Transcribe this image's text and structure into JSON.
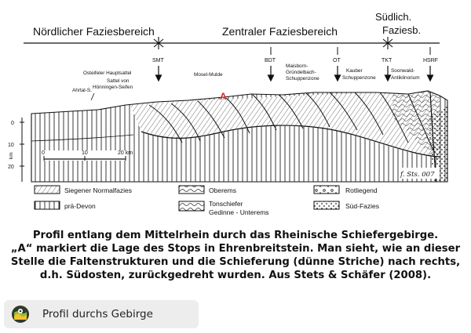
{
  "figure": {
    "zones": {
      "north": "Nördlicher Faziesbereich",
      "central": "Zentraler Faziesbereich",
      "south_line1": "Südlich.",
      "south_line2": "Faziesb."
    },
    "faults": {
      "smt": "SMT",
      "bdt": "BDT",
      "ot": "OT",
      "tkt": "TKT",
      "hsrf": "HSRF"
    },
    "structures": {
      "osteifel": "Osteifeler Hauptsattel",
      "sattel_line1": "Sattel von",
      "sattel_line2": "Hönningen-Seifen",
      "ahrtal": "Ahrtal-S.",
      "mosel": "Mosel-Mulde",
      "maisborn_line1": "Maisborn-",
      "maisborn_line2": "Gründelbach-",
      "maisborn_line3": "Schuppenzone",
      "kauber_line1": "Kauber",
      "kauber_line2": "Schuppenzone",
      "soonwald_line1": "Soonwald-",
      "soonwald_line2": "Antiklinorium"
    },
    "stop_marker": "A",
    "depth_axis": {
      "unit": "km",
      "ticks": [
        "0",
        "10",
        "20"
      ]
    },
    "scale_bar": {
      "ticks": [
        "0",
        "10",
        "20 km"
      ]
    },
    "signature": "f. Sts. 007",
    "legend": {
      "siegener": "Siegener Normalfazies",
      "praedevon": "prä-Devon",
      "oberems": "Oberems",
      "tonschiefer_line1": "Tonschiefer",
      "tonschiefer_line2": "Gedinne - Unterems",
      "rotliegend": "Rotliegend",
      "sued": "Süd-Fazies"
    }
  },
  "caption": {
    "line1": "Profil entlang dem Mittelrhein durch das Rheinische Schiefergebirge.",
    "line2": "„A“ markiert die Lage des Stops in Ehrenbreitstein. Man sieht, wie an dieser",
    "line3": "Stelle die Faltenstrukturen und die Schieferung (dünne Striche) nach rechts,",
    "line4": "d.h. Südosten, zurückgedreht wurden. Aus Stets & Schäfer (2008)."
  },
  "footer": {
    "label": "Profil durchs Gebirge",
    "icon": "map-pin-icon"
  }
}
